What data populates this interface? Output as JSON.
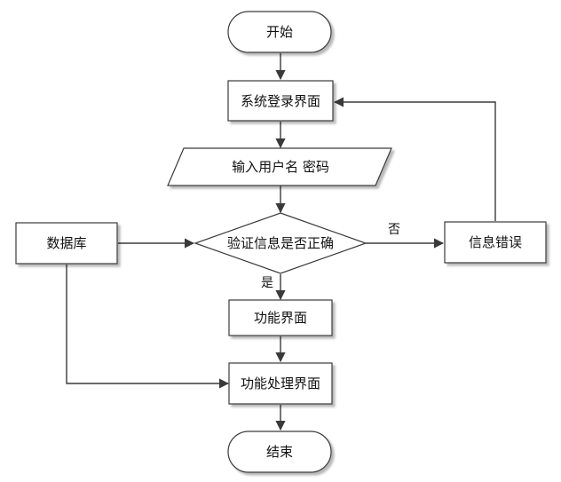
{
  "diagram": {
    "nodes": {
      "start": "开始",
      "login": "系统登录界面",
      "input": "输入用户名 密码",
      "verify": "验证信息是否正确",
      "database": "数据库",
      "error": "信息错误",
      "function": "功能界面",
      "process": "功能处理界面",
      "end": "结束"
    },
    "edges": {
      "yes": "是",
      "no": "否"
    }
  }
}
